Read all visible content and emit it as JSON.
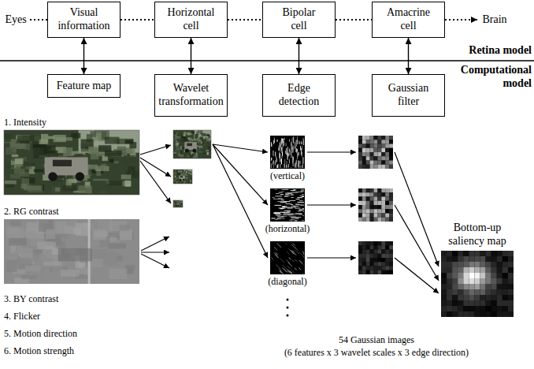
{
  "diagram": {
    "nodes": [
      {
        "text": [
          "Eyes"
        ]
      },
      {
        "text": [
          "Visual information"
        ]
      },
      {
        "text": [
          "Horizontal cell"
        ]
      },
      {
        "text": [
          "Bipolar cell"
        ]
      },
      {
        "text": [
          "Amacrine cell"
        ]
      },
      {
        "text": [
          "Brain"
        ]
      },
      {
        "text": [
          "Feature map"
        ]
      },
      {
        "text": [
          "Wavelet transformation"
        ]
      },
      {
        "text": [
          "Edge detection"
        ]
      },
      {
        "text": [
          "Gaussian filter"
        ]
      }
    ],
    "edges": [
      {
        "from": 0,
        "to": 1,
        "arrow": "none"
      },
      {
        "from": 1,
        "to": 2,
        "arrow": "none"
      },
      {
        "from": 2,
        "to": 3,
        "arrow": "none"
      },
      {
        "from": 3,
        "to": 4,
        "arrow": "none"
      },
      {
        "from": 4,
        "to": 5,
        "arrow": "to"
      },
      {
        "from": 1,
        "to": 6,
        "arrow": "both"
      },
      {
        "from": 2,
        "to": 7,
        "arrow": "both"
      },
      {
        "from": 3,
        "to": 8,
        "arrow": "both"
      },
      {
        "from": 4,
        "to": 9,
        "arrow": "both"
      }
    ],
    "labels": [
      "Retina model",
      "Computational model",
      "1. Intensity",
      "2. RG contrast",
      "3. BY contrast",
      "4. Flicker",
      "5. Motion direction",
      "6. Motion strength",
      "(vertical)",
      "(horizontal)",
      "(diagonal)",
      "Bottom-up saliency map",
      "54 Gaussian images",
      "(6 features x 3 wavelet scales x 3 edge direction)"
    ]
  }
}
